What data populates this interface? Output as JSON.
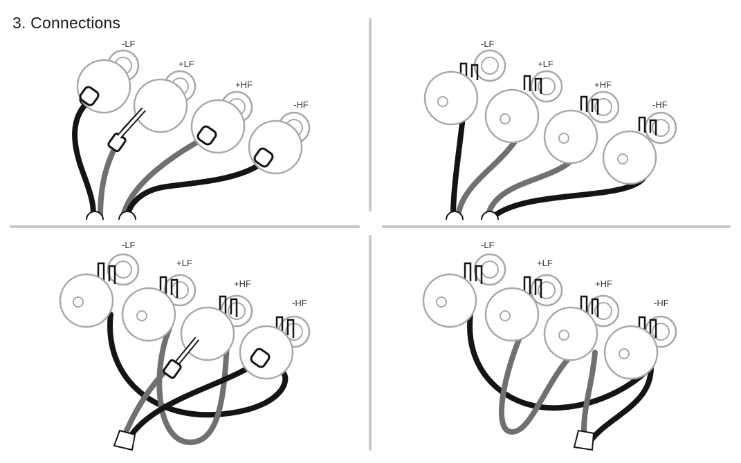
{
  "title": "3. Connections",
  "terminal_labels": [
    "-LF",
    "+LF",
    "+HF",
    "-HF"
  ],
  "colors": {
    "post_stroke": "#a8a8a8",
    "post_fill": "#ffffff",
    "wire_black": "#141414",
    "wire_gray": "#707070",
    "divider": "#c8c8c8"
  },
  "panels": [
    {
      "id": "top-left",
      "connector": "pin"
    },
    {
      "id": "top-right",
      "connector": "spade"
    },
    {
      "id": "bottom-left",
      "connector": "mixed"
    },
    {
      "id": "bottom-right",
      "connector": "spade"
    }
  ]
}
